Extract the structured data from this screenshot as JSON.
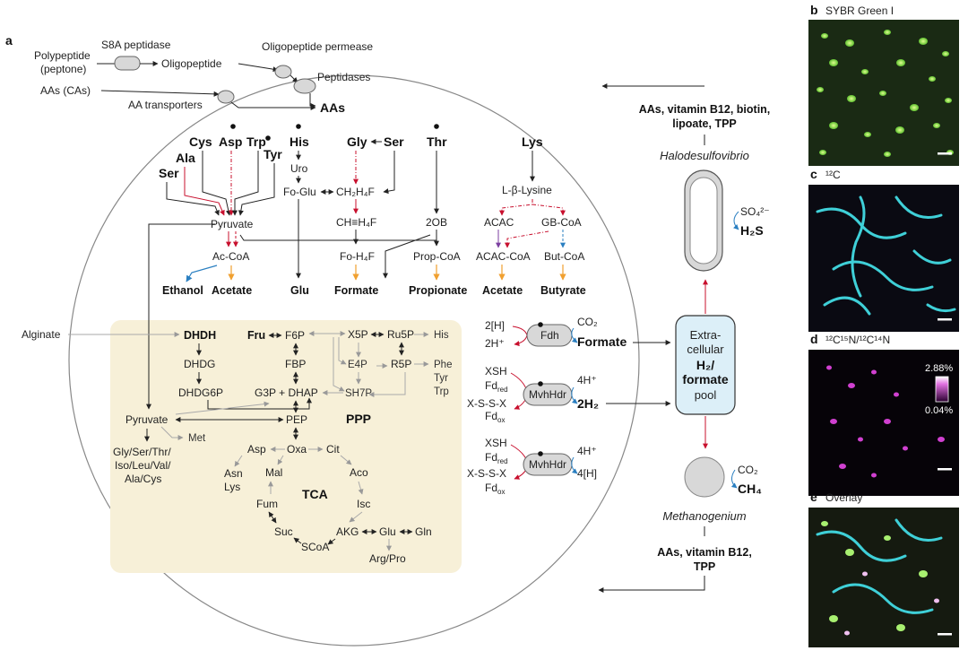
{
  "panel_a": {
    "letter": "a",
    "top": {
      "polypeptide": "Polypeptide",
      "peptone": "(peptone)",
      "s8a": "S8A peptidase",
      "oligopeptide": "Oligopeptide",
      "oligo_permease": "Oligopeptide permease",
      "peptidases": "Peptidases",
      "aas_cas": "AAs (CAs)",
      "aa_transporters": "AA transporters",
      "aas": "AAs"
    },
    "amino": {
      "cys": "Cys",
      "asp": "Asp",
      "trp": "Trp",
      "tyr": "Tyr",
      "his": "His",
      "gly": "Gly",
      "ser_top": "Ser",
      "thr": "Thr",
      "lys": "Lys",
      "ala": "Ala",
      "ser": "Ser"
    },
    "ferm": {
      "uro": "Uro",
      "fo_glu": "Fo-Glu",
      "ch2h4f": "CH₂H₄F",
      "chh4f": "CH≡H₄F",
      "pyruvate": "Pyruvate",
      "ac_coa": "Ac-CoA",
      "fo_h4f": "Fo-H₄F",
      "twoob": "2OB",
      "prop_coa": "Prop-CoA",
      "lysine": "L-β-Lysine",
      "acac": "ACAC",
      "gb_coa": "GB-CoA",
      "acac_coa": "ACAC-CoA",
      "but_coa": "But-CoA"
    },
    "products": {
      "ethanol": "Ethanol",
      "acetate": "Acetate",
      "glu": "Glu",
      "formate": "Formate",
      "propionate": "Propionate",
      "acetate2": "Acetate",
      "butyrate": "Butyrate"
    },
    "central": {
      "alginate": "Alginate",
      "dhdh": "DHDH",
      "dhdg": "DHDG",
      "dhdg6p": "DHDG6P",
      "fru": "Fru",
      "f6p": "F6P",
      "fbp": "FBP",
      "g3p_dhap": "G3P + DHAP",
      "x5p": "X5P",
      "ru5p": "Ru5P",
      "his": "His",
      "e4p": "E4P",
      "r5p": "R5P",
      "phe": "Phe",
      "tyr": "Tyr",
      "trp": "Trp",
      "sh7p": "SH7P",
      "ppp": "PPP",
      "pyruvate": "Pyruvate",
      "met": "Met",
      "pep": "PEP",
      "aa_list": [
        "Gly/Ser/Thr/",
        "Iso/Leu/Val/",
        "Ala/Cys"
      ],
      "asp": "Asp",
      "oxa": "Oxa",
      "cit": "Cit",
      "asn": "Asn",
      "lys": "Lys",
      "mal": "Mal",
      "aco": "Aco",
      "tca": "TCA",
      "isc": "Isc",
      "fum": "Fum",
      "suc": "Suc",
      "scoa": "SCoA",
      "akg": "AKG",
      "glu": "Glu",
      "gln": "Gln",
      "arg_pro": "Arg/Pro"
    },
    "hydrogenases": {
      "h2in": "2[H]",
      "hplus": "2H⁺",
      "fdh": "Fdh",
      "co2": "CO₂",
      "formate": "Formate",
      "xsh": "XSH",
      "fd_red": "Fd",
      "fd_red_sub": "red",
      "xssx": "X-S-S-X",
      "fd_ox": "Fd",
      "fd_ox_sub": "ox",
      "mvhhdr": "MvhHdr",
      "four_h": "4H⁺",
      "two_h2": "2H₂",
      "four_bracket_h": "4[H]"
    },
    "pool": [
      "Extra-",
      "cellular",
      "H₂/",
      "formate",
      "pool"
    ],
    "halo": {
      "supply": [
        "AAs, vitamin B12, biotin,",
        "lipoate, TPP"
      ],
      "name": "Halodesulfovibrio",
      "so4": "SO₄²⁻",
      "h2s": "H₂S"
    },
    "methano": {
      "co2": "CO₂",
      "ch4": "CH₄",
      "name": "Methanogenium",
      "supply": [
        "AAs, vitamin B12,",
        "TPP"
      ]
    }
  },
  "micrographs": {
    "b": {
      "letter": "b",
      "label": "SYBR Green I"
    },
    "c": {
      "letter": "c",
      "label": "¹²C"
    },
    "d": {
      "letter": "d",
      "label": "¹²C¹⁵N/¹²C¹⁴N",
      "scale_max": "2.88%",
      "scale_min": "0.04%"
    },
    "e": {
      "letter": "e",
      "label": "Overlay"
    }
  },
  "colors": {
    "ppp_box": "#f7f0d8",
    "pool_box": "#dceff8",
    "red": "#c8102e",
    "blue": "#2a7fc1",
    "orange": "#f0a030",
    "purple": "#7b3fa0",
    "green_cells": "#8ee64a",
    "cyan_cells": "#3fd0d8",
    "magenta_cells": "#d040d0"
  }
}
